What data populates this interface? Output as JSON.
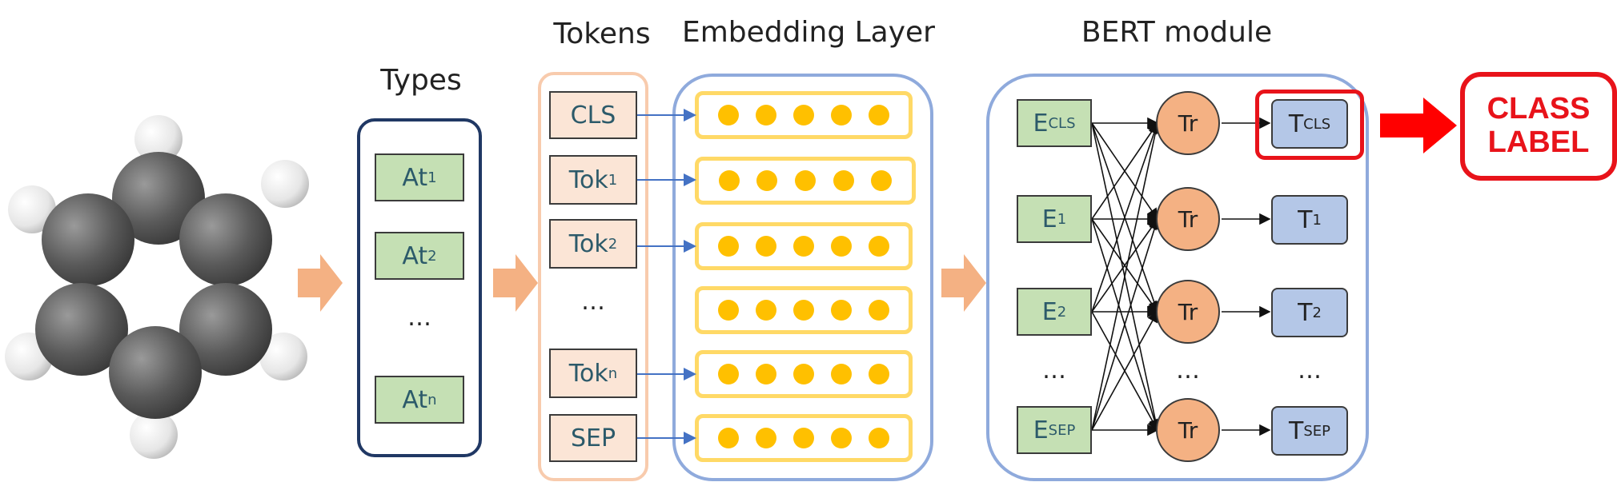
{
  "titles": {
    "types": "Types",
    "tokens": "Tokens",
    "embedding": "Embedding Layer",
    "bert": "BERT module"
  },
  "types": [
    {
      "main": "At",
      "sub": "1"
    },
    {
      "main": "At",
      "sub": "2"
    },
    {
      "main": "…",
      "sub": ""
    },
    {
      "main": "At",
      "sub": "n"
    }
  ],
  "tokens": [
    {
      "main": "CLS",
      "sub": ""
    },
    {
      "main": "Tok",
      "sub": "1"
    },
    {
      "main": "Tok",
      "sub": "2"
    },
    {
      "main": "…",
      "sub": ""
    },
    {
      "main": "Tok",
      "sub": "n"
    },
    {
      "main": "SEP",
      "sub": ""
    }
  ],
  "embeddings": [
    {
      "main": "E",
      "sub": "CLS"
    },
    {
      "main": "E",
      "sub": "1"
    },
    {
      "main": "E",
      "sub": "2"
    },
    {
      "main": "…",
      "sub": ""
    },
    {
      "main": "E",
      "sub": "SEP"
    }
  ],
  "transformer_label": "Tr",
  "transformer_ellipsis": "…",
  "outputs": [
    {
      "main": "T",
      "sub": "CLS"
    },
    {
      "main": "T",
      "sub": "1"
    },
    {
      "main": "T",
      "sub": "2"
    },
    {
      "main": "…",
      "sub": ""
    },
    {
      "main": "T",
      "sub": "SEP"
    }
  ],
  "class_label": {
    "line1": "CLASS",
    "line2": "LABEL"
  },
  "colors": {
    "types_border": "#203864",
    "tokens_border": "#f4b183",
    "embedding_border": "#8faadc",
    "bert_border": "#8faadc",
    "arrow_big": "#f4b183",
    "class_red": "#e8131a",
    "dot": "#ffc000"
  }
}
